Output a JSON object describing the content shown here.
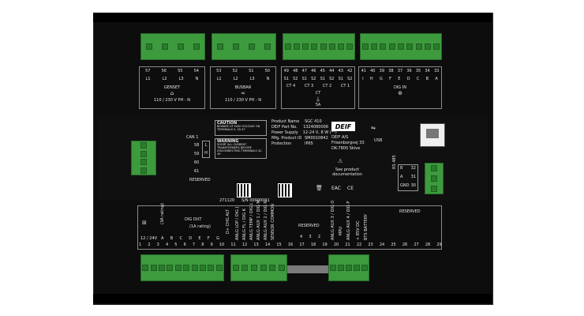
{
  "top_terminals": {
    "genset": {
      "nums": [
        "57",
        "56",
        "55",
        "54"
      ],
      "phases": [
        "L1",
        "L2",
        "L3",
        "N"
      ],
      "title": "GENSET",
      "rating": "110 / 230 V PH - N"
    },
    "busbar": {
      "nums": [
        "53",
        "52",
        "51",
        "50"
      ],
      "phases": [
        "L1",
        "L2",
        "L3",
        "N"
      ],
      "title": "BUSBAR",
      "rating": "110 / 230 V PH - N"
    },
    "ct": {
      "nums": [
        "49",
        "48",
        "47",
        "46",
        "45",
        "44",
        "43",
        "42"
      ],
      "pins": [
        "S1",
        "S2",
        "S1",
        "S2",
        "S1",
        "S2",
        "S1",
        "S2"
      ],
      "groups": [
        "CT 4",
        "CT 3",
        "CT 2",
        "CT 1"
      ],
      "title": "CT",
      "rating": "5A"
    },
    "digin": {
      "nums": [
        "41",
        "40",
        "39",
        "38",
        "37",
        "36",
        "35",
        "34",
        "33"
      ],
      "letters": [
        "I",
        "H",
        "G",
        "F",
        "E",
        "D",
        "C",
        "B",
        "A"
      ],
      "title": "DIG IN"
    }
  },
  "label": {
    "caution_title": "CAUTION",
    "caution_text": "BEWARE OF HIGH VOLTAGE ON TERMINALS 5, 50-57",
    "warning_title": "WARNING",
    "warning_text": "SHORT ALL CURRENT TRANSFORMERS BEFORE DISCONNECTING TERMINALS 42-49",
    "fields": [
      {
        "k": "Product Name",
        "v": "SGC 410"
      },
      {
        "k": "DEIF Part No.",
        "v": "1324080006"
      },
      {
        "k": "Power Supply",
        "v": "12-24 V, 8 W (**)"
      },
      {
        "k": "Mfg. Product ID",
        "v": "SM0010842"
      },
      {
        "k": "Protection",
        "v": "IP65"
      }
    ],
    "brand": "DEIF",
    "company": "DEIF A/S",
    "address1": "Frisenborgvej 33",
    "address2": "DK-7800 Skive",
    "see_doc": "See product documentation",
    "usb": "USB",
    "serial_left": "271120",
    "serial_right": "S/N 00000091"
  },
  "can": {
    "title": "CAN 1",
    "nums": [
      "58",
      "59",
      "60",
      "61"
    ],
    "letters": [
      "L",
      "H"
    ],
    "reserved": "RESERVED"
  },
  "rs485": {
    "title": "RS 485",
    "rows": [
      {
        "l": "B",
        "n": "32"
      },
      {
        "l": "A",
        "n": "31"
      },
      {
        "l": "GND",
        "n": "30"
      }
    ]
  },
  "bottom": {
    "supply": "12 / 24V",
    "dig_out": "DIG OUT",
    "dig_out_rating": "(1A rating)",
    "gnd_rating": "(3A rating)",
    "out_letters": [
      "A",
      "B",
      "C",
      "D",
      "E",
      "F",
      "G"
    ],
    "vert_labels": [
      "D+ CHG ALT",
      "ANLG LOP / DIG J",
      "ANLG FL / DIG K",
      "ANLG TEMP / DIG L",
      "ANLG AUX 1 / DIG M",
      "ANLG AUX 2 / DIG N",
      "SENSOR COMMON"
    ],
    "reserved_mid": "RESERVED",
    "mid_nums": [
      "4",
      "3",
      "2"
    ],
    "right_vert": [
      "ANLG AUX 3 / DIG O",
      "MPU",
      "ANLG AUX 4 / DIG P",
      "+ 85V DC",
      "BTS BATTERY"
    ],
    "reserved_right": "RESERVED",
    "numbers": [
      "1",
      "2",
      "3",
      "4",
      "5",
      "6",
      "7",
      "8",
      "9",
      "10",
      "11",
      "12",
      "13",
      "14",
      "15",
      "16",
      "17",
      "18",
      "19",
      "20",
      "21",
      "22",
      "23",
      "24",
      "25",
      "26",
      "27",
      "28",
      "29"
    ]
  },
  "colors": {
    "device": "#0d0d0d",
    "terminal": "#3d9b3e",
    "panel_line": "#8a8a8a"
  }
}
